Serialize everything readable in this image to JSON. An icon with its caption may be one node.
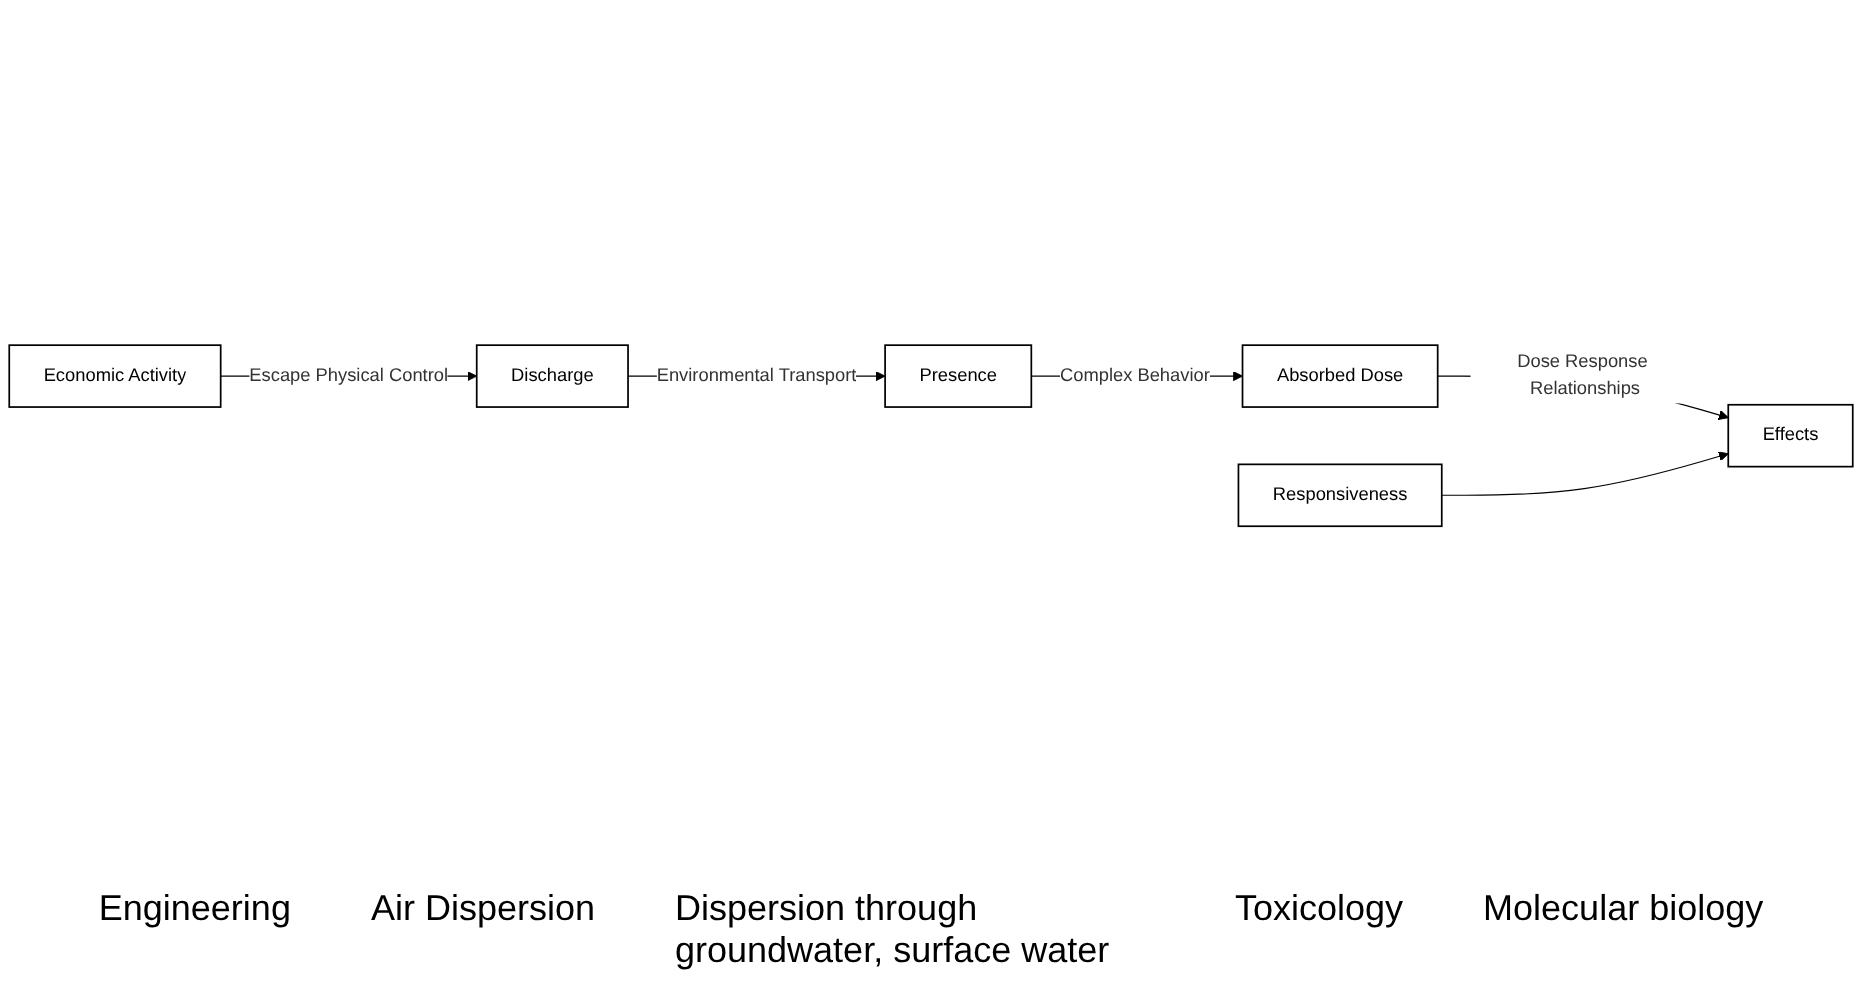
{
  "diagram": {
    "nodes": [
      {
        "text": [
          "Economic Activity"
        ]
      },
      {
        "text": [
          "Discharge"
        ]
      },
      {
        "text": [
          "Presence"
        ]
      },
      {
        "text": [
          "Absorbed Dose"
        ]
      },
      {
        "text": [
          "Responsiveness"
        ]
      },
      {
        "text": [
          "Effects"
        ]
      }
    ],
    "edges": [
      {
        "from": 0,
        "to": 1,
        "arrow": "to",
        "label": "Escape Physical Control"
      },
      {
        "from": 1,
        "to": 2,
        "arrow": "to",
        "label": "Environmental Transport"
      },
      {
        "from": 2,
        "to": 3,
        "arrow": "to",
        "label": "Complex Behavior"
      },
      {
        "from": 3,
        "to": 5,
        "arrow": "to",
        "label": "Dose Response Relationships"
      },
      {
        "from": 4,
        "to": 5,
        "arrow": "to"
      }
    ],
    "labels": [
      "Engineering",
      "Air Dispersion",
      "Dispersion through groundwater, surface water",
      "Toxicology",
      "Molecular biology"
    ]
  }
}
